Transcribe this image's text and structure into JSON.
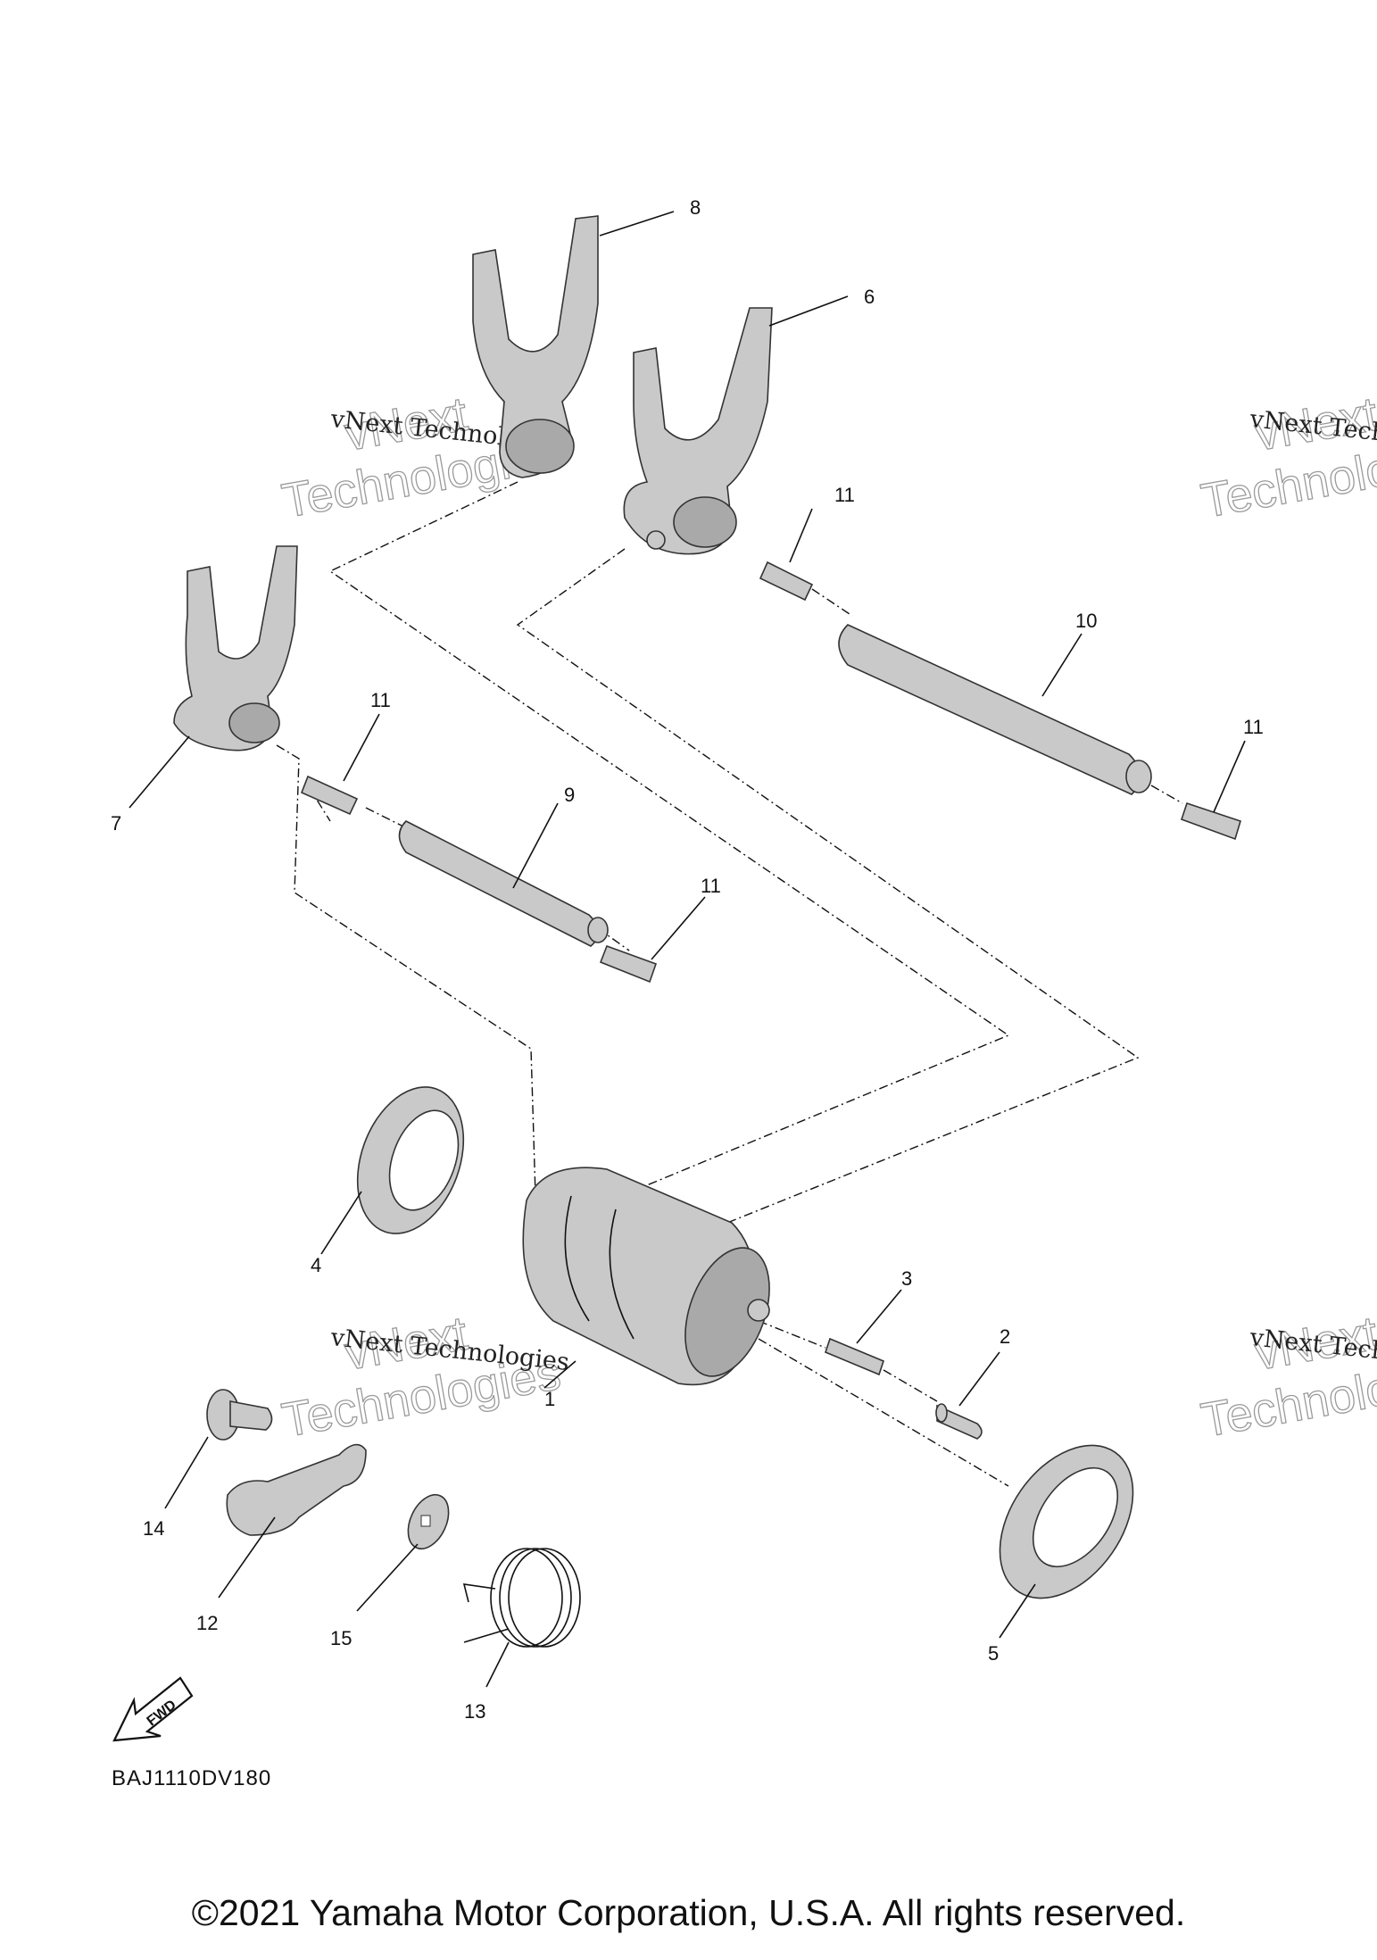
{
  "callouts": [
    "1",
    "2",
    "3",
    "4",
    "5",
    "6",
    "7",
    "8",
    "9",
    "10",
    "11",
    "12",
    "13",
    "14",
    "15"
  ],
  "callout_11_extra": [
    "11",
    "11",
    "11"
  ],
  "watermark": {
    "line1": "vNext Technologies",
    "big1": "vNext",
    "big2": "Technologies"
  },
  "fwd_label": "FWD",
  "diagram_code": "BAJ1110DV180",
  "copyright": "©2021 Yamaha Motor Corporation, U.S.A. All rights reserved."
}
